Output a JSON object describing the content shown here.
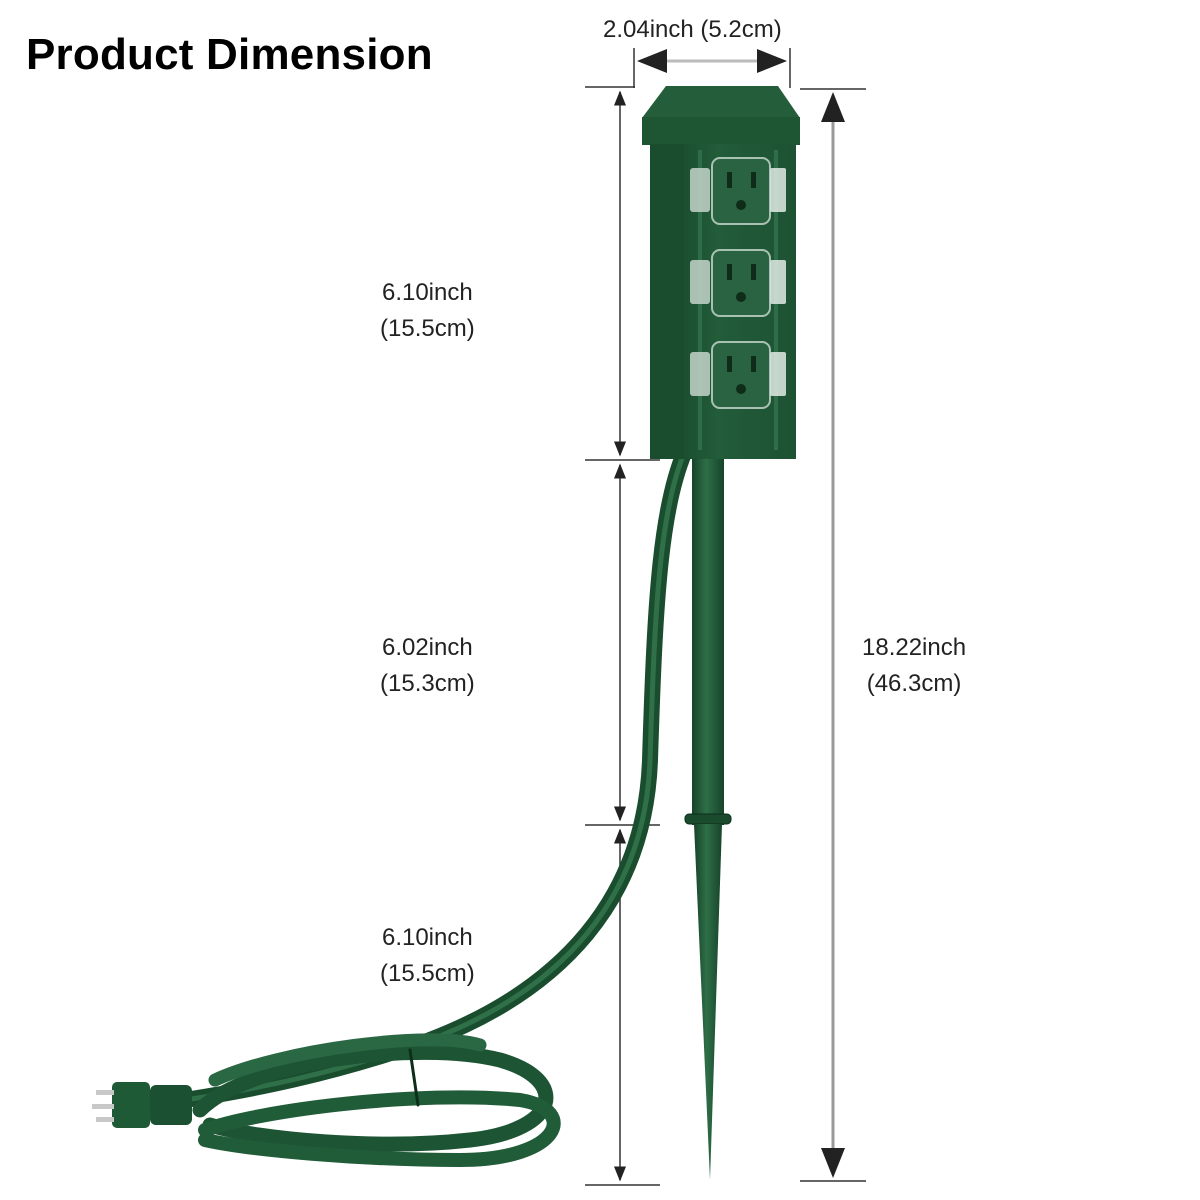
{
  "title": "Product Dimension",
  "dimensions": {
    "width": {
      "inch": "2.04inch",
      "cm": "(5.2cm)",
      "combined": "2.04inch (5.2cm)"
    },
    "box_height": {
      "inch": "6.10inch",
      "cm": "(15.5cm)"
    },
    "stake_upper": {
      "inch": "6.02inch",
      "cm": "(15.3cm)"
    },
    "stake_lower": {
      "inch": "6.10inch",
      "cm": "(15.5cm)"
    },
    "total_height": {
      "inch": "18.22inch",
      "cm": "(46.3cm)"
    }
  },
  "product": {
    "name": "outdoor power stake with 3 outlets",
    "outlet_count": 3,
    "colors": {
      "body": "#1f5a36",
      "body_dark": "#164429",
      "body_light": "#2e6e47",
      "cover": "#c9d6cd",
      "dimension_line": "#333333"
    }
  }
}
